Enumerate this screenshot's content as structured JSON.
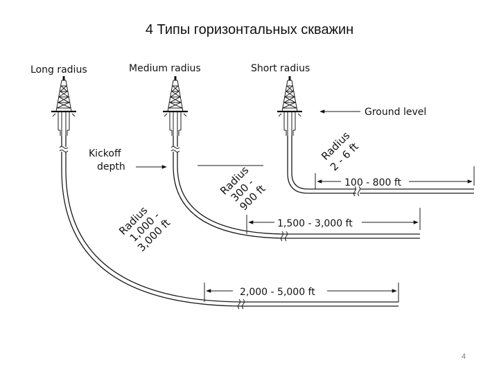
{
  "title": "4 Типы горизонтальных скважин",
  "page_number": "4",
  "labels": {
    "long_radius": "Long radius",
    "medium_radius": "Medium radius",
    "short_radius": "Short radius",
    "ground_level": "Ground level",
    "kickoff_line1": "Kickoff",
    "kickoff_line2": "depth"
  },
  "wells": {
    "long": {
      "radius_word": "Radius",
      "radius_range_1": "1,000 -",
      "radius_range_2": "3,000 ft",
      "lateral": "2,000 - 5,000 ft"
    },
    "medium": {
      "radius_word": "Radius",
      "radius_range_1": "300 -",
      "radius_range_2": "900 ft",
      "lateral": "1,500 - 3,000 ft"
    },
    "short": {
      "radius_word": "Radius",
      "radius_range": "2 - 6 ft",
      "lateral": "100 - 800 ft"
    }
  }
}
